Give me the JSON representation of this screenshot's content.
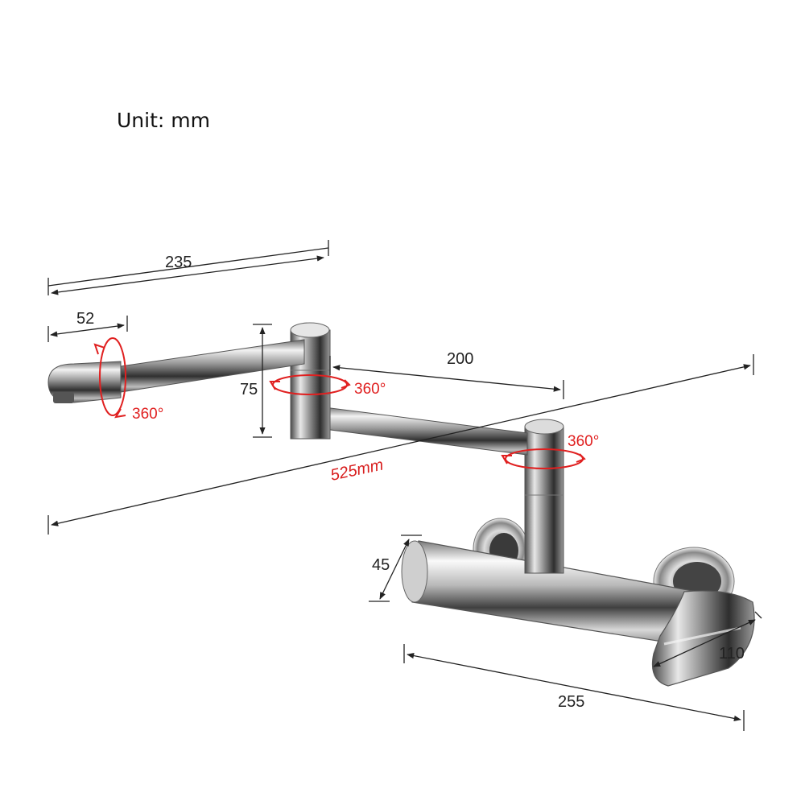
{
  "unit_label": "Unit: mm",
  "dimensions": {
    "spout_length": "235",
    "spout_tip": "52",
    "middle_arm": "200",
    "swivel_height": "75",
    "total_reach": "525mm",
    "body_height": "45",
    "body_width": "255",
    "handle_depth": "110"
  },
  "rotation_labels": {
    "spout": "360°",
    "middle_joint": "360°",
    "base_joint": "360°"
  },
  "colors": {
    "dimension_line": "#222222",
    "rotation_accent": "#e02020",
    "chrome_dark": "#3a3a3a",
    "chrome_light": "#f4f4f4"
  }
}
